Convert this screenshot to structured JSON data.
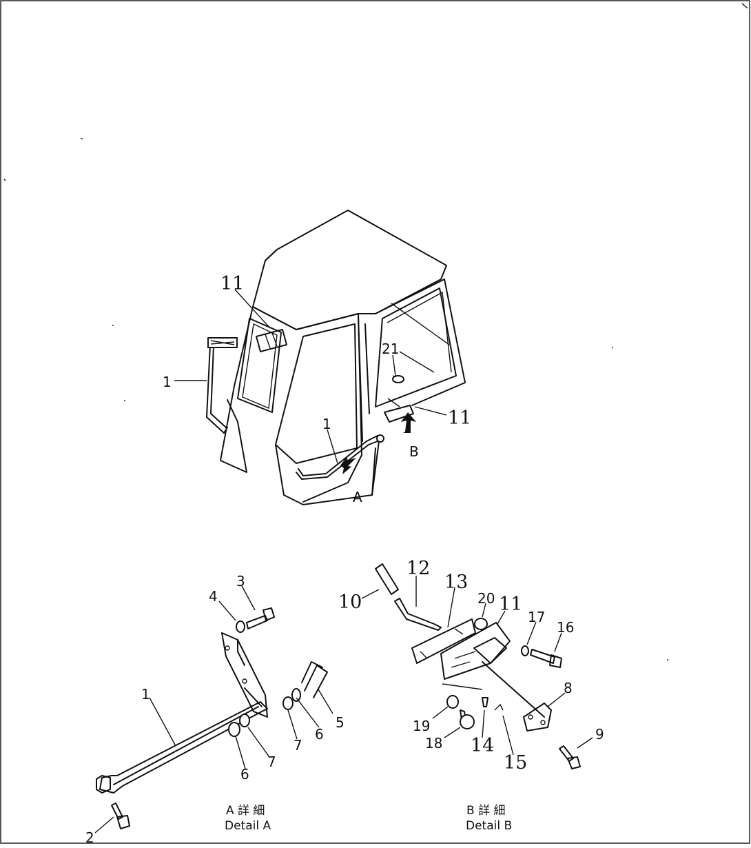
{
  "overview": {
    "labels": {
      "part_11_top": "11",
      "part_1_left": "1",
      "part_1_door": "1",
      "part_21": "21",
      "part_11_right": "11",
      "arrow_a": "A",
      "arrow_b": "B"
    }
  },
  "detail_a": {
    "caption_jp": "A 詳 細",
    "caption_en": "Detail A",
    "labels": {
      "p1": "1",
      "p2": "2",
      "p3": "3",
      "p4": "4",
      "p5": "5",
      "p6a": "6",
      "p6b": "6",
      "p7a": "7",
      "p7b": "7"
    }
  },
  "detail_b": {
    "caption_jp": "B 詳 細",
    "caption_en": "Detail B",
    "labels": {
      "p8": "8",
      "p9": "9",
      "p10": "10",
      "p11": "11",
      "p12": "12",
      "p13": "13",
      "p14": "14",
      "p15": "15",
      "p16": "16",
      "p17": "17",
      "p18": "18",
      "p19": "19",
      "p20": "20"
    }
  }
}
